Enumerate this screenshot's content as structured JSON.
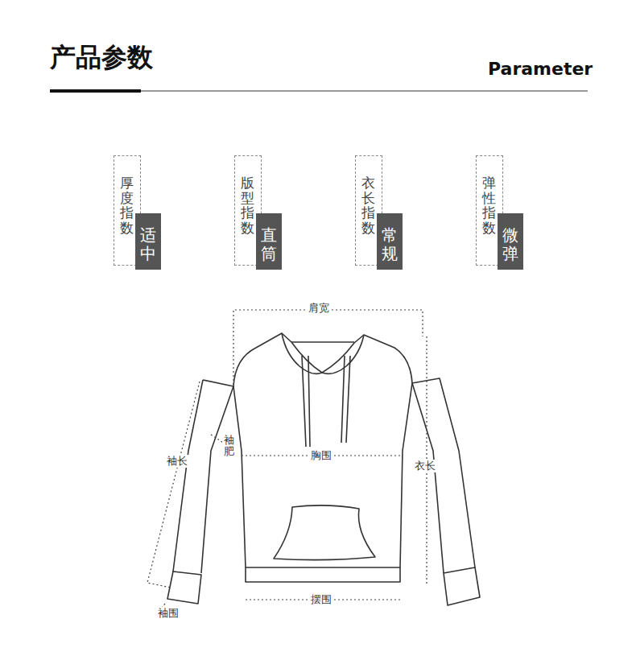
{
  "diagram": {
    "title": "产品参数",
    "nodes": [
      {
        "text": [
          "厚度指数",
          "适中"
        ]
      },
      {
        "text": [
          "版型指数",
          "直筒"
        ]
      },
      {
        "text": [
          "衣长指数",
          "常规"
        ]
      },
      {
        "text": [
          "弹性指数",
          "微弹"
        ]
      }
    ],
    "labels": [
      "Parameter",
      "肩宽",
      "袖长",
      "袖肥",
      "胸围",
      "衣长",
      "摆围",
      "袖围"
    ]
  }
}
